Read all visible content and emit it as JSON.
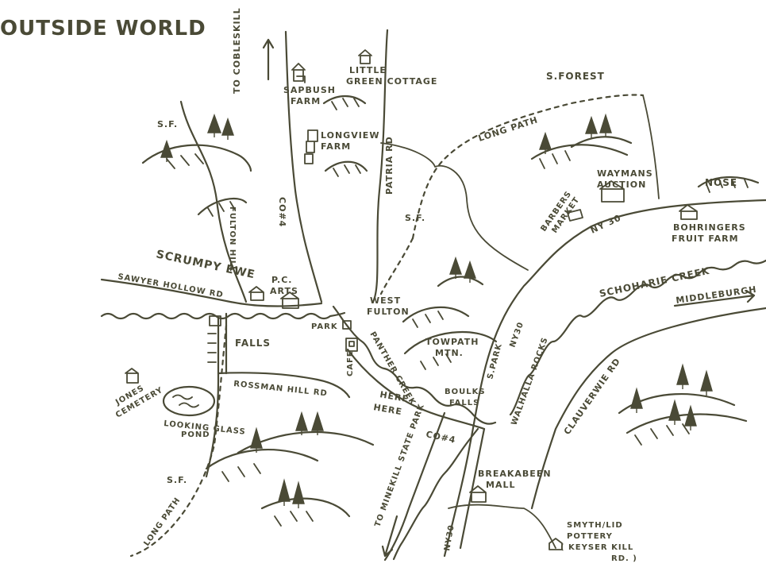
{
  "title": "OUTSIDE WORLD",
  "colors": {
    "ink": "#4a4a36",
    "paper": "#ffffff"
  },
  "labels": {
    "to_cobleskill": "TO COBLESKILL",
    "sapbush": "SAPBUSH",
    "sapbush_farm": "FARM",
    "little": "LITTLE",
    "green_cottage": "GREEN COTTAGE",
    "s_forest": "S.FOREST",
    "sf_top_left": "S.F.",
    "longview": "LONGVIEW",
    "longview_farm": "FARM",
    "patria_rd": "PATRIA RD",
    "long_path_top": "LONG PATH",
    "waymans": "WAYMANS",
    "auction": "AUCTION",
    "nose": "NOSE",
    "barbers": "BARBERS",
    "market": "MARKET",
    "ny30_top": "NY 30",
    "bohringers": "BOHRINGERS",
    "fruit_farm": "FRUIT FARM",
    "co4_top": "CO#4",
    "fulton_rd": "FULTON HILL",
    "sf_middle": "S.F.",
    "scrumpy_ewe": "SCRUMPY EWE",
    "pc": "P.C.",
    "arts": "ARTS",
    "sawyer_hollow_rd": "SAWYER HOLLOW RD",
    "schoharie_creek": "SCHOHARIE CREEK",
    "middleburgh": "MIDDLEBURGH",
    "west": "WEST",
    "fulton": "FULTON",
    "park": "PARK",
    "falls": "FALLS",
    "cafe": "CAFE",
    "panther_creek": "PANTHER CREEK",
    "towpath": "TOWPATH",
    "mtn": "MTN.",
    "s_park": "S.PARK",
    "ny30_mid": "NY30",
    "clauverwie_rd": "CLAUVERWIE RD",
    "walhalla_rocks": "WALHALLA ROCKS",
    "jones": "JONES",
    "cemetery": "CEMETERY",
    "rossman_hill_rd": "ROSSMAN HILL RD",
    "here1": "HERE",
    "here2": "HERE",
    "boulks": "BOULKS",
    "boulks_falls": "FALLS",
    "looking_glass": "LOOKING GLASS",
    "pond": "POND",
    "co4_bottom": "CO#4",
    "sf_bottom": "S.F.",
    "long_path_bottom": "LONG PATH",
    "to_minekill": "TO MINEKILL STATE PARK",
    "breakabeen": "BREAKABEEN",
    "mall": "MALL",
    "ny30_bottom": "NY30",
    "smythlid": "SMYTH/LID",
    "pottery": "POTTERY",
    "keyserkill": "( KEYSER KILL",
    "keyserkill_rd": "RD. )"
  }
}
